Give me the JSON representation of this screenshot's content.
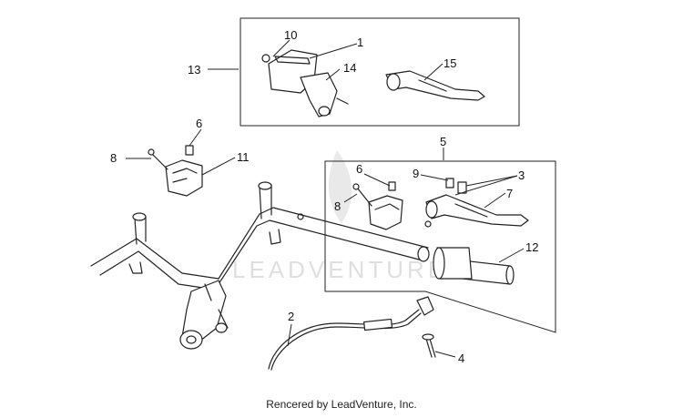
{
  "diagram": {
    "callouts": {
      "c1": "1",
      "c2": "2",
      "c3": "3",
      "c4": "4",
      "c5": "5",
      "c6a": "6",
      "c6b": "6",
      "c7": "7",
      "c8a": "8",
      "c8b": "8",
      "c9": "9",
      "c10": "10",
      "c11": "11",
      "c12": "12",
      "c13": "13",
      "c14": "14",
      "c15": "15"
    },
    "watermark": "LEADVENTURE"
  },
  "footer": {
    "text": "Rencered by LeadVenture, Inc."
  }
}
